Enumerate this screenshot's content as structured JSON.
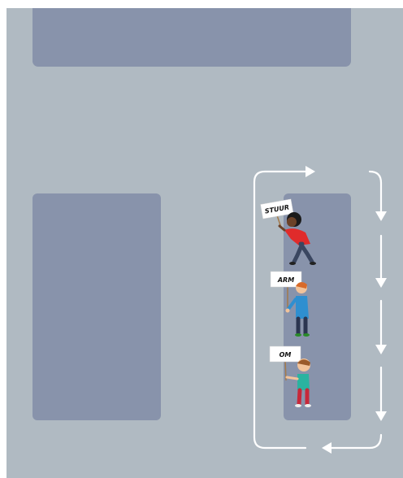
{
  "scene": {
    "signs": [
      {
        "text": "STUUR"
      },
      {
        "text": "ARM"
      },
      {
        "text": "OM"
      }
    ]
  },
  "colors": {
    "board": "#b0bac2",
    "panel": "#8893ab",
    "arrow": "#ffffff"
  }
}
